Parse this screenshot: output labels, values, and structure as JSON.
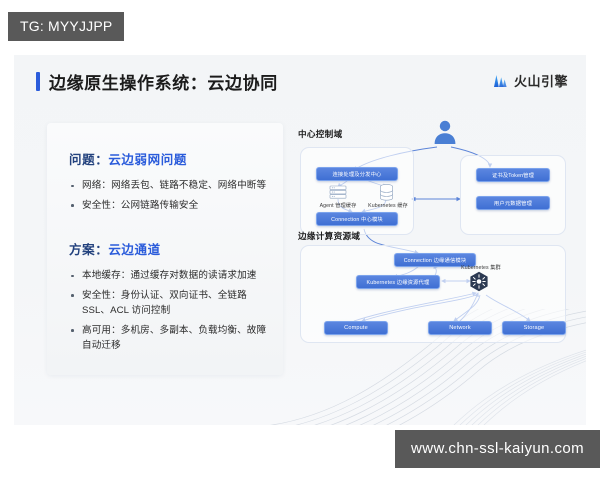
{
  "watermarks": {
    "tg_tag": "TG: MYYJJPP",
    "url": "www.chn-ssl-kaiyun.com"
  },
  "header": {
    "title": "边缘原生操作系统：云边协同",
    "brand_name": "火山引擎",
    "brand_icon": "volcano-mountain-icon",
    "accent_color": "#2b5cdb"
  },
  "left_panel": {
    "sections": [
      {
        "label": "问题：",
        "heading": "云边弱网问题",
        "bullets": [
          "网络：网络丢包、链路不稳定、网络中断等",
          "安全性：公网链路传输安全"
        ]
      },
      {
        "label": "方案：",
        "heading": "云边通道",
        "bullets": [
          "本地缓存：通过缓存对数据的读请求加速",
          "安全性：身份认证、双向证书、全链路 SSL、ACL 访问控制",
          "高可用：多机房、多副本、负载均衡、故障自动迁移"
        ]
      }
    ]
  },
  "diagram": {
    "user_icon": "user-person-icon",
    "central_domain": {
      "label": "中心控制域",
      "nodes": {
        "dispatch": "连接处理及分发中心",
        "connection_module": "Connection 中心模块",
        "agent_cache_caption": "Agent 管理缓存",
        "agent_cache_icon": "server-rack-icon",
        "k8s_cache_caption": "Kubernetes 缓存",
        "k8s_cache_icon": "database-cylinder-icon"
      },
      "side_nodes": [
        "证书及Token管理",
        "用户元数据管理"
      ]
    },
    "edge_domain": {
      "label": "边缘计算资源域",
      "nodes": {
        "edge_comm_module": "Connection 边缘通信模块",
        "k8s_edge_agent": "Kubernetes 边缘资源代理",
        "k8s_cluster_caption": "Kubernetes 集群",
        "k8s_cluster_icon": "kubernetes-helm-icon"
      },
      "resources": [
        "Compute",
        "Network",
        "Storage"
      ]
    }
  }
}
